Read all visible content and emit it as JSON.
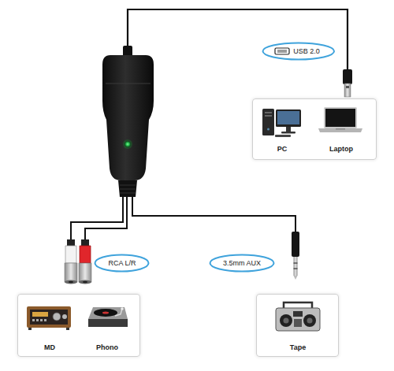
{
  "diagram": {
    "nodes": [
      {
        "text": [
          "USB 2.0"
        ]
      },
      {
        "text": [
          "PC",
          "Laptop"
        ]
      },
      {
        "text": [
          "RCA L/R"
        ]
      },
      {
        "text": [
          "3.5mm AUX"
        ]
      },
      {
        "text": [
          "MD",
          "Phono"
        ]
      },
      {
        "text": [
          "Tape"
        ]
      }
    ]
  }
}
